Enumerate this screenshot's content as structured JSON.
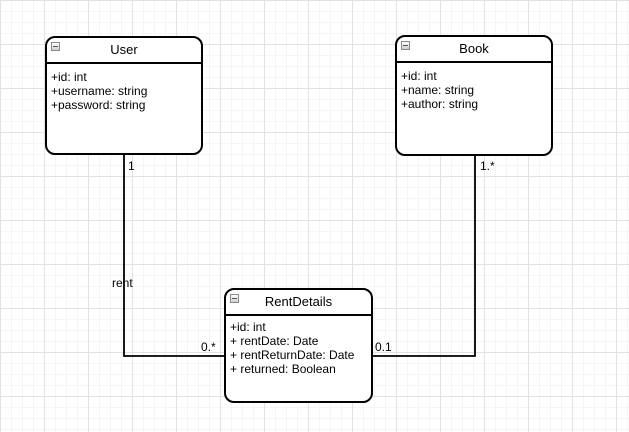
{
  "canvas": {
    "background_color": "#ffffff",
    "grid_minor_color": "#f5f5f5",
    "grid_major_color": "#e2e2e2"
  },
  "diagram": {
    "type": "uml-class-diagram",
    "classes": [
      {
        "name": "User",
        "collapse_icon": "minus-box-icon",
        "attributes": [
          "+id: int",
          "+username: string",
          "+password: string"
        ]
      },
      {
        "name": "Book",
        "collapse_icon": "minus-box-icon",
        "attributes": [
          "+id: int",
          "+name: string",
          "+author: string"
        ]
      },
      {
        "name": "RentDetails",
        "collapse_icon": "minus-box-icon",
        "attributes": [
          "+id: int",
          "+ rentDate: Date",
          "+ rentReturnDate: Date",
          "+ returned: Boolean"
        ]
      }
    ],
    "associations": [
      {
        "from": "User",
        "to": "RentDetails",
        "label": "rent",
        "from_multiplicity": "1",
        "to_multiplicity": "0.*"
      },
      {
        "from": "Book",
        "to": "RentDetails",
        "label": "",
        "from_multiplicity": "1.*",
        "to_multiplicity": "0.1"
      }
    ],
    "line_color": "#000000"
  }
}
